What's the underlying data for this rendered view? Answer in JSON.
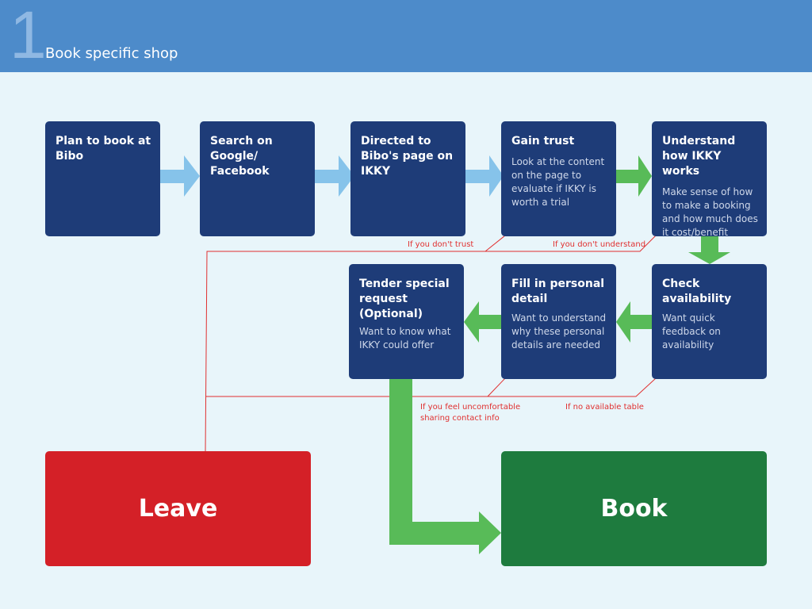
{
  "header": {
    "step_number": "1",
    "title": "Book specific shop"
  },
  "colors": {
    "header_bg": "#4d8bca",
    "page_bg": "#e8f5fa",
    "step_box": "#1e3c78",
    "leave": "#d42027",
    "book": "#1e7b3e",
    "blue_arrow": "#86c3ea",
    "green_arrow": "#58bb58",
    "red_line": "#e03030"
  },
  "steps": {
    "plan": {
      "title": "Plan to book at Bibo",
      "desc": ""
    },
    "search": {
      "title": "Search on Google/ Facebook",
      "desc": ""
    },
    "directed": {
      "title": "Directed to Bibo's page on IKKY",
      "desc": ""
    },
    "trust": {
      "title": "Gain trust",
      "desc": "Look at the content on the page to evaluate if IKKY is worth a trial"
    },
    "understand": {
      "title": "Understand how IKKY works",
      "desc": "Make sense of how to make a booking and how much does it cost/benefit"
    },
    "availability": {
      "title": "Check availability",
      "desc": "Want quick feedback on availability"
    },
    "personal": {
      "title": "Fill in personal detail",
      "desc": "Want to understand why these personal details are needed"
    },
    "request": {
      "title": "Tender special request (Optional)",
      "desc": "Want to know what IKKY could offer"
    }
  },
  "outcomes": {
    "leave": "Leave",
    "book": "Book"
  },
  "exit_notes": {
    "no_trust": "If you don't trust",
    "no_understand": "If you don't understand",
    "uncomfortable": "If you feel uncomfortable sharing contact info",
    "no_table": "If no available table"
  }
}
